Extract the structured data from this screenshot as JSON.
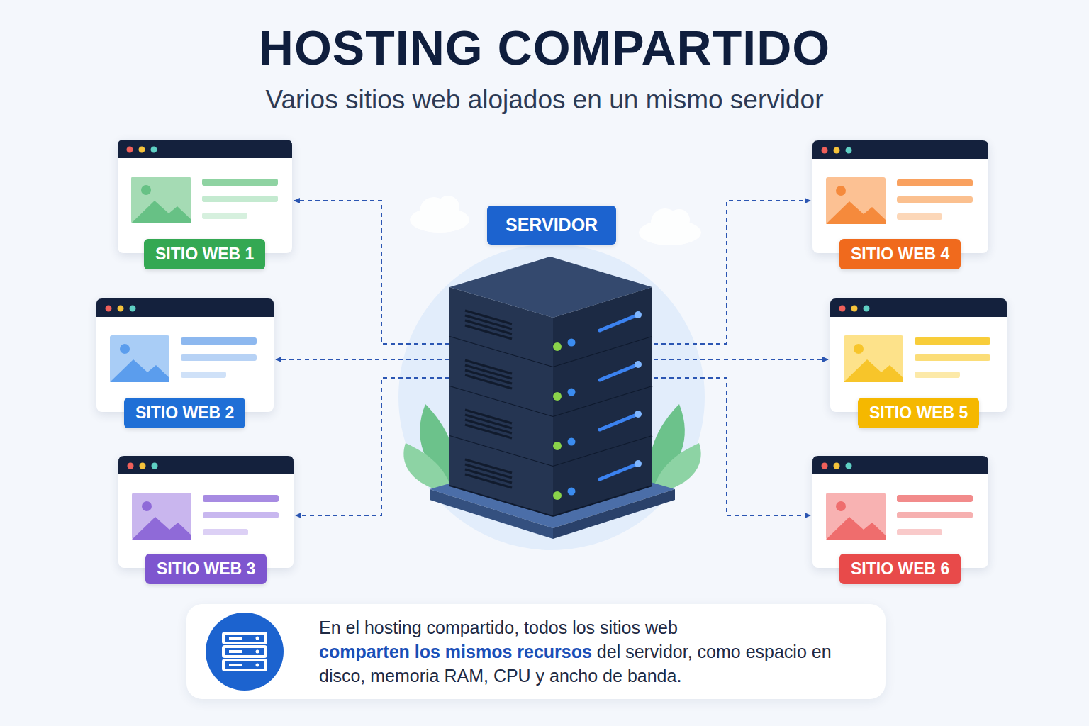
{
  "diagram": {
    "title": "HOSTING COMPARTIDO",
    "nodes": [
      {
        "text": [
          "SERVIDOR"
        ]
      },
      {
        "text": [
          "SITIO WEB 1"
        ]
      },
      {
        "text": [
          "SITIO WEB 2"
        ]
      },
      {
        "text": [
          "SITIO WEB 3"
        ]
      },
      {
        "text": [
          "SITIO WEB 4"
        ]
      },
      {
        "text": [
          "SITIO WEB 5"
        ]
      },
      {
        "text": [
          "SITIO WEB 6"
        ]
      },
      {
        "text": [
          "En el hosting compartido, todos los sitios web",
          "comparten los mismos recursos",
          "del servidor, como espacio en disco, memoria RAM, CPU y ancho de banda."
        ]
      }
    ],
    "edges": [
      {
        "from": 0,
        "to": 1,
        "arrow": "to"
      },
      {
        "from": 0,
        "to": 2,
        "arrow": "to"
      },
      {
        "from": 0,
        "to": 3,
        "arrow": "to"
      },
      {
        "from": 0,
        "to": 4,
        "arrow": "to"
      },
      {
        "from": 0,
        "to": 5,
        "arrow": "to"
      },
      {
        "from": 0,
        "to": 6,
        "arrow": "to"
      }
    ],
    "labels": [
      "Varios sitios web alojados en un mismo servidor"
    ]
  }
}
